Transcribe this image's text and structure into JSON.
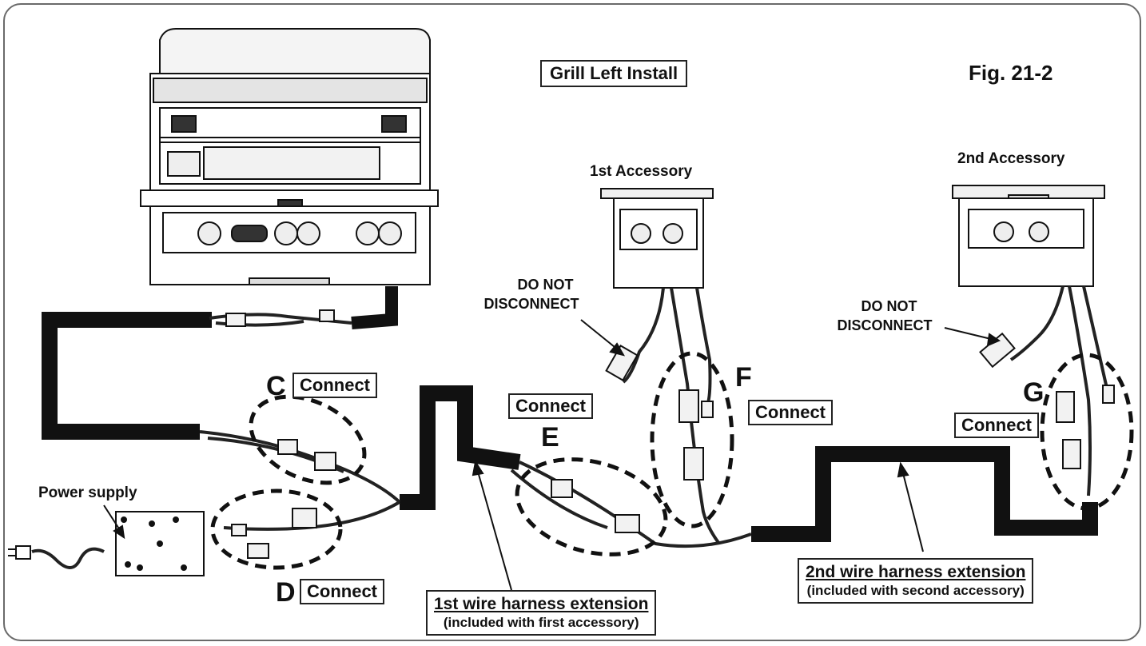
{
  "title": "Grill Left Install",
  "figure": "Fig. 21-2",
  "accessories": {
    "first": "1st Accessory",
    "second": "2nd Accessory"
  },
  "warnings": {
    "first": [
      "DO NOT",
      "DISCONNECT"
    ],
    "second": [
      "DO NOT",
      "DISCONNECT"
    ]
  },
  "power_supply": "Power supply",
  "connections": [
    {
      "letter": "C",
      "label": "Connect"
    },
    {
      "letter": "D",
      "label": "Connect"
    },
    {
      "letter": "E",
      "label": "Connect"
    },
    {
      "letter": "F",
      "label": "Connect"
    },
    {
      "letter": "G",
      "label": "Connect"
    }
  ],
  "extensions": {
    "first": {
      "title": "1st wire harness extension",
      "note": "(included with first accessory)"
    },
    "second": {
      "title": "2nd wire harness extension",
      "note": "(included with second accessory)"
    }
  }
}
